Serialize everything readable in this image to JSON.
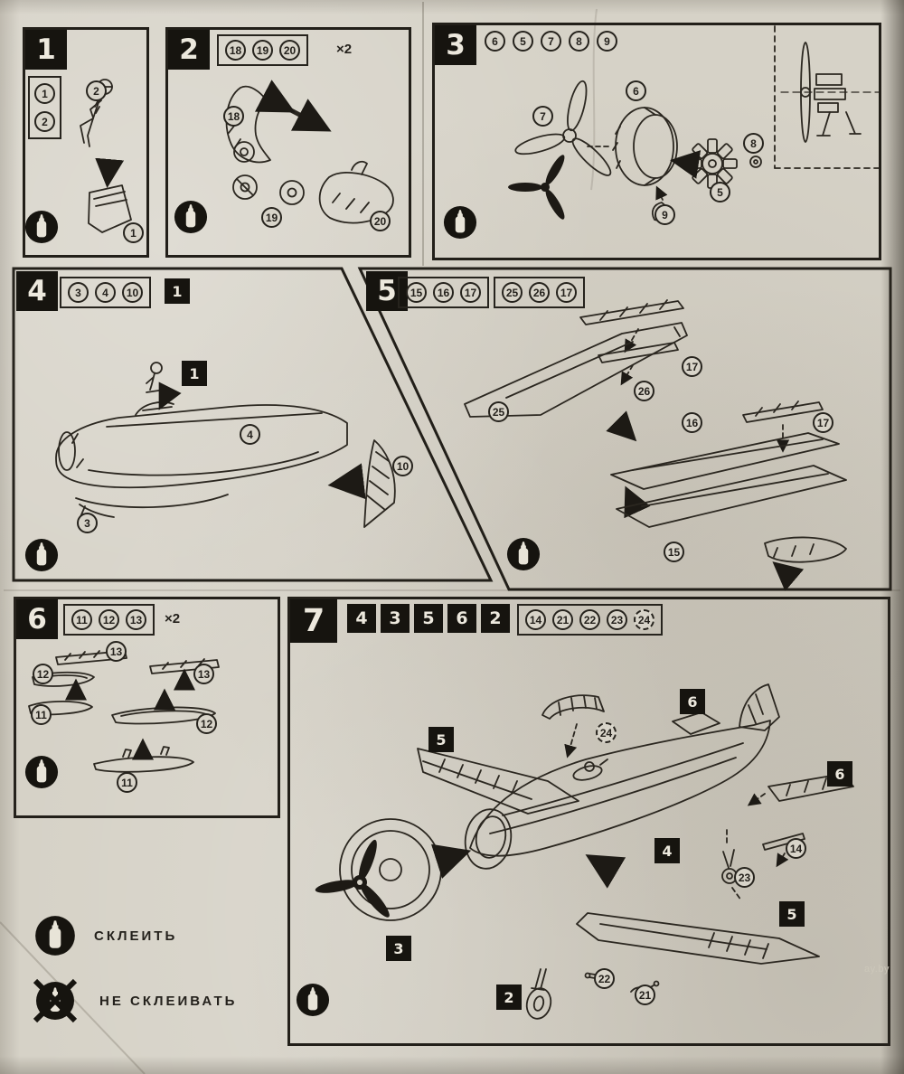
{
  "page": {
    "watermark": "ay.by"
  },
  "legend": {
    "glue_icon": "glue-bottle",
    "no_glue_icon": "glue-bottle-crossed",
    "glue_label": "СКЛЕИТЬ",
    "no_glue_label": "НЕ СКЛЕИВАТЬ"
  },
  "steps": {
    "s1": {
      "number": "1",
      "list": [
        "1",
        "2"
      ],
      "callouts": {
        "pilot": "2",
        "seat": "1"
      }
    },
    "s2": {
      "number": "2",
      "list": [
        "18",
        "19",
        "20"
      ],
      "multiplier": "×2",
      "callouts": {
        "cowl_upper": "18",
        "wheels": "19",
        "cowl_lower": "20"
      }
    },
    "s3": {
      "number": "3",
      "list": [
        "6",
        "5",
        "7",
        "8",
        "9"
      ],
      "callouts": {
        "cowling": "6",
        "propeller": "7",
        "hub": "8",
        "engine": "5",
        "intake": "9"
      }
    },
    "s4": {
      "number": "4",
      "list": [
        "3",
        "4",
        "10"
      ],
      "assembly": "1",
      "callouts": {
        "pilot_assembly": "1",
        "fuselage": "4",
        "tail_fin": "10",
        "belly_pan": "3"
      }
    },
    "s5": {
      "number": "5",
      "list_a": [
        "15",
        "16",
        "17"
      ],
      "list_b": [
        "25",
        "26",
        "17"
      ],
      "callouts": {
        "strip_upper": "17",
        "center_insert": "26",
        "upper_wing": "25",
        "lower_wing_upper": "16",
        "strip_right": "17",
        "lower_wing_lower": "15"
      }
    },
    "s6": {
      "number": "6",
      "list": [
        "11",
        "12",
        "13"
      ],
      "multiplier": "×2",
      "callouts": {
        "strip_top": "13",
        "blade_left": "12",
        "strip_right": "13",
        "blade_far_left": "11",
        "blade_right": "12",
        "plate_bottom": "11"
      }
    },
    "s7": {
      "number": "7",
      "assemblies": [
        "4",
        "3",
        "5",
        "6",
        "2"
      ],
      "list": [
        "14",
        "21",
        "22",
        "23",
        "24"
      ],
      "callouts": {
        "tail_assembly": "6",
        "canopy_part": "24",
        "left_wing_assembly": "5",
        "stabilizer_assembly": "6",
        "fuselage_assembly": "4",
        "strut_part": "14",
        "tail_wheel_part": "23",
        "engine_assembly": "3",
        "right_wing_assembly": "5",
        "pin_part": "22",
        "hook_part": "21",
        "wheel_assembly": "2"
      }
    }
  }
}
